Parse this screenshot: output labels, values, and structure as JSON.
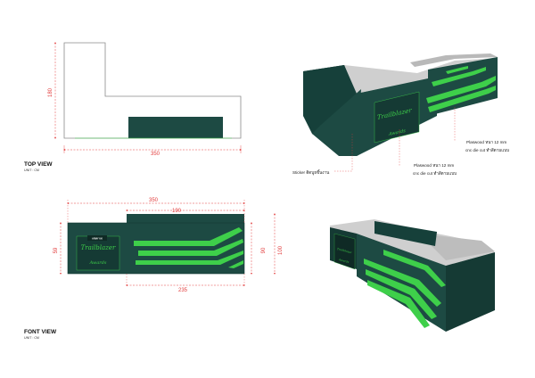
{
  "views": {
    "top_view": {
      "title": "TOP VIEW",
      "unit": "UNIT : CM"
    },
    "front_view": {
      "title": "FONT VIEW",
      "unit": "UNIT : CM"
    }
  },
  "dimensions": {
    "top_depth": "180",
    "top_width": "350",
    "front_width": "350",
    "front_upper_width": "190",
    "front_lower_width": "235",
    "front_left_height": "59",
    "front_right_inner_height": "90",
    "front_right_outer_height": "100"
  },
  "brand": {
    "line1": "Trailblazer",
    "line2": "Awards",
    "sticker": "ARMY UK"
  },
  "annotations": {
    "sticker_note": "Sticker  ติดบูธขึ้นงาน",
    "plaswood_line1": "Plaswood หนา 12 mm",
    "plaswood_line2": "cnc  die cut ทำสีตามแบบ"
  },
  "colors": {
    "counter_body": "#1d4a43",
    "counter_dark": "#153a34",
    "accent_green": "#3ecf4a",
    "top_surface": "#cfcfcf",
    "dimension_red": "#e23b3b"
  }
}
